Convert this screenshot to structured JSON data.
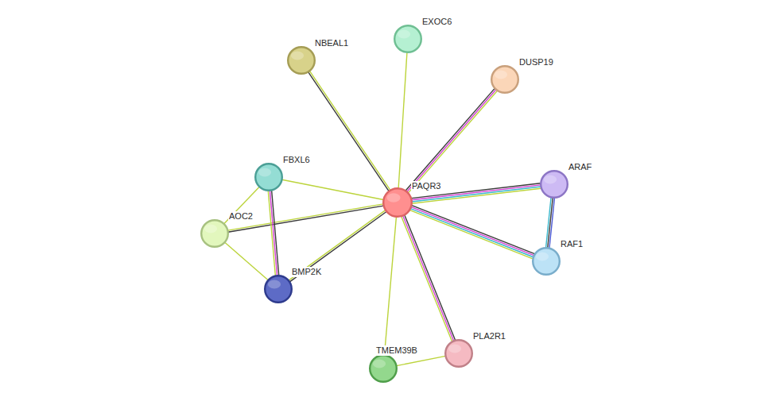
{
  "diagram": {
    "nodes": [
      {
        "text": [
          "EXOC6"
        ]
      },
      {
        "text": [
          "NBEAL1"
        ]
      },
      {
        "text": [
          "DUSP19"
        ]
      },
      {
        "text": [
          "FBXL6"
        ]
      },
      {
        "text": [
          "PAQR3"
        ]
      },
      {
        "text": [
          "ARAF"
        ]
      },
      {
        "text": [
          "AOC2"
        ]
      },
      {
        "text": [
          "RAF1"
        ]
      },
      {
        "text": [
          "BMP2K"
        ]
      },
      {
        "text": [
          "TMEM39B"
        ]
      },
      {
        "text": [
          "PLA2R1"
        ]
      }
    ],
    "edges": [
      {
        "from": 4,
        "to": 1,
        "arrow": "none"
      },
      {
        "from": 4,
        "to": 0,
        "arrow": "none"
      },
      {
        "from": 4,
        "to": 2,
        "arrow": "none"
      },
      {
        "from": 4,
        "to": 3,
        "arrow": "none"
      },
      {
        "from": 4,
        "to": 6,
        "arrow": "none"
      },
      {
        "from": 4,
        "to": 8,
        "arrow": "none"
      },
      {
        "from": 4,
        "to": 5,
        "arrow": "none"
      },
      {
        "from": 4,
        "to": 7,
        "arrow": "none"
      },
      {
        "from": 4,
        "to": 10,
        "arrow": "none"
      },
      {
        "from": 4,
        "to": 9,
        "arrow": "none"
      },
      {
        "from": 3,
        "to": 6,
        "arrow": "none"
      },
      {
        "from": 3,
        "to": 8,
        "arrow": "none"
      },
      {
        "from": 6,
        "to": 8,
        "arrow": "none"
      },
      {
        "from": 5,
        "to": 7,
        "arrow": "none"
      },
      {
        "from": 9,
        "to": 10,
        "arrow": "none"
      }
    ]
  }
}
